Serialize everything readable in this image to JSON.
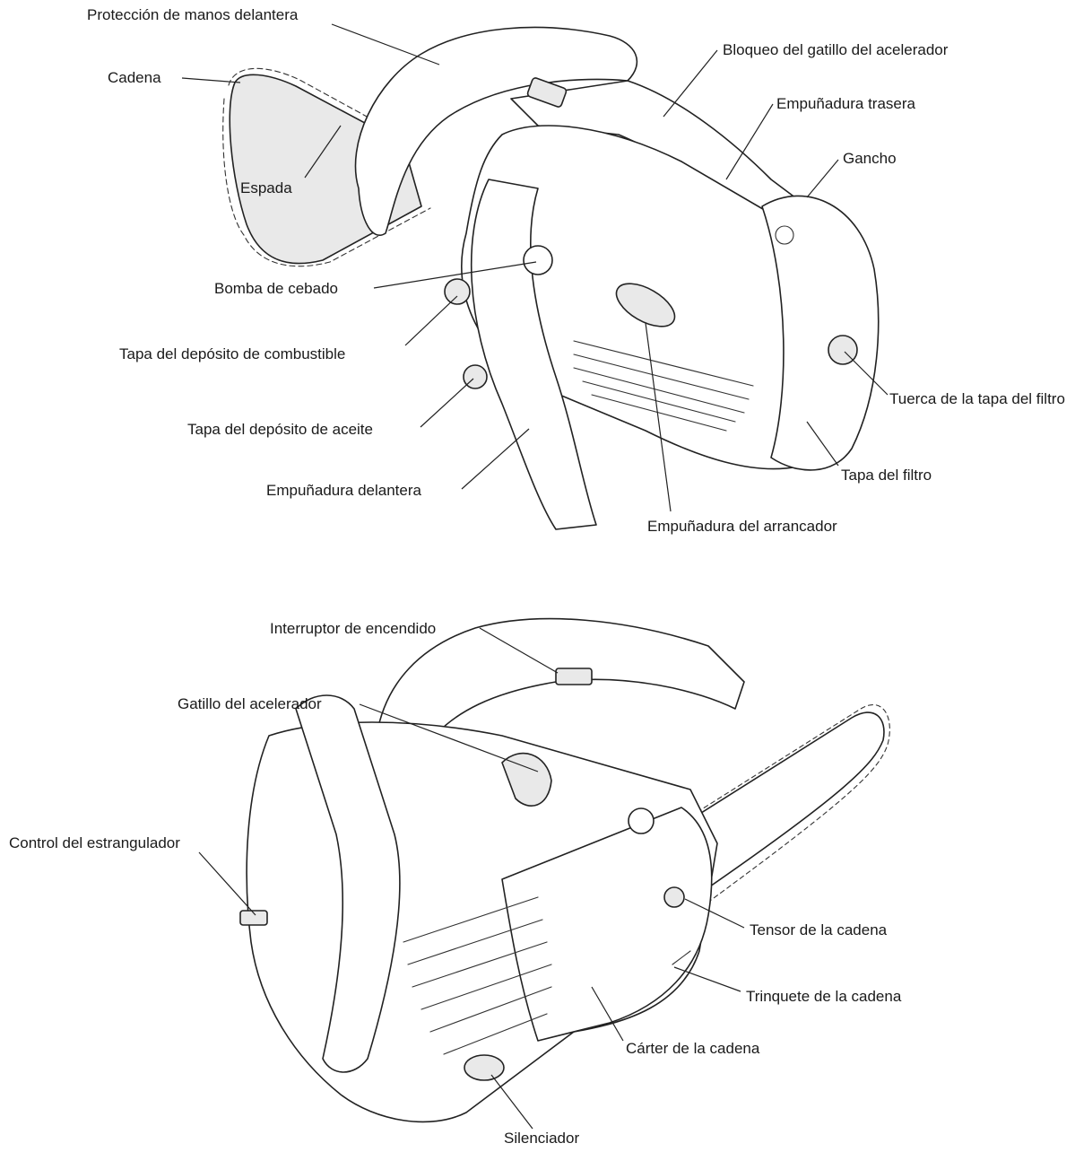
{
  "top_diagram": {
    "labels": {
      "front_hand_guard": "Protección de manos delantera",
      "chain": "Cadena",
      "bar": "Espada",
      "throttle_lockout": "Bloqueo del gatillo del acelerador",
      "rear_handle": "Empuñadura trasera",
      "hook": "Gancho",
      "primer_bulb": "Bomba de cebado",
      "fuel_cap": "Tapa del depósito de combustible",
      "oil_cap": "Tapa del depósito de aceite",
      "front_handle": "Empuñadura delantera",
      "starter_handle": "Empuñadura del arrancador",
      "filter_cover_nut": "Tuerca de la tapa del filtro",
      "filter_cover": "Tapa del filtro"
    }
  },
  "bottom_diagram": {
    "labels": {
      "ignition_switch": "Interruptor de encendido",
      "throttle_trigger": "Gatillo del acelerador",
      "choke_control": "Control del estrangulador",
      "chain_tensioner": "Tensor de la cadena",
      "chain_catcher": "Trinquete de la cadena",
      "chain_case": "Cárter de la cadena",
      "muffler": "Silenciador"
    }
  }
}
